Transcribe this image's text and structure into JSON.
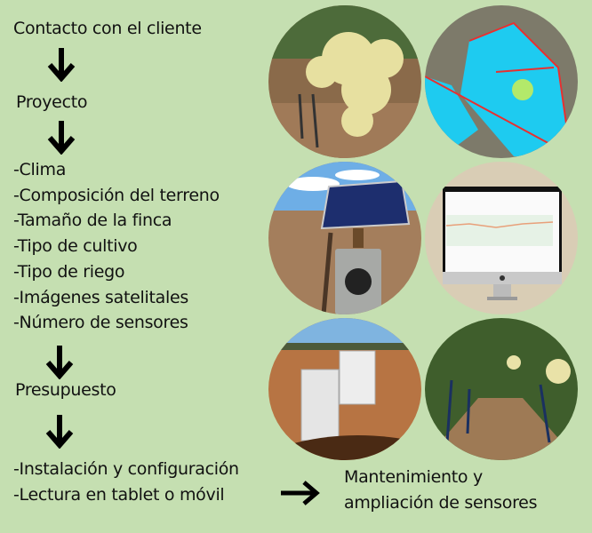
{
  "flow": {
    "step1": "Contacto con el cliente",
    "step2": "Proyecto",
    "project_items": [
      "-Clima",
      "-Composición del terreno",
      "-Tamaño de la finca",
      "-Tipo de cultivo",
      "-Tipo de riego",
      "-Imágenes satelitales",
      "-Número de sensores"
    ],
    "step3": "Presupuesto",
    "install_items": [
      "-Instalación y configuración",
      "-Lectura en tablet o móvil"
    ],
    "final_step_line1": "Mantenimiento y",
    "final_step_line2": "ampliación de sensores"
  },
  "images": [
    {
      "name": "grapes-vineyard-photo"
    },
    {
      "name": "satellite-ndvi-map"
    },
    {
      "name": "solar-sensor-station-photo"
    },
    {
      "name": "monitoring-dashboard-imac"
    },
    {
      "name": "sensor-boxes-field-photo"
    },
    {
      "name": "vineyard-rows-photo"
    }
  ],
  "colors": {
    "background": "#c5dfb1",
    "text": "#111111"
  }
}
